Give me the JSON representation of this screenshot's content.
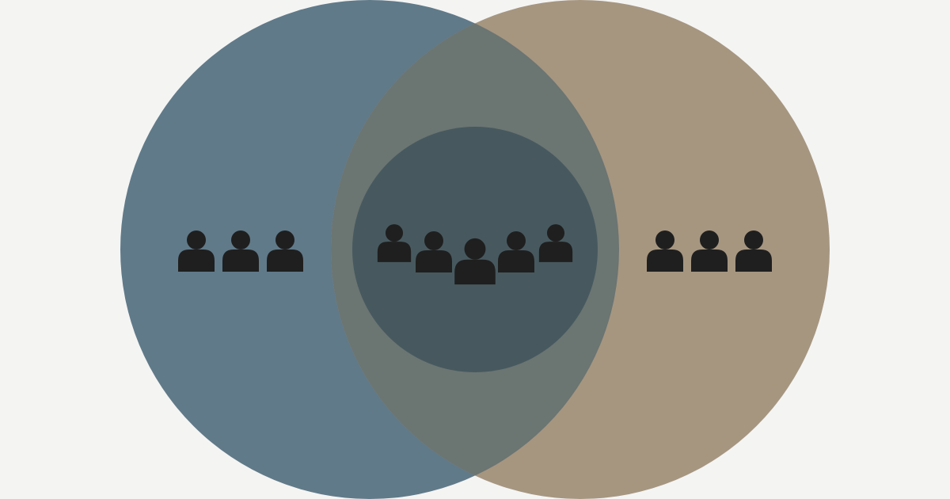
{
  "diagram": {
    "type": "venn",
    "sets": [
      {
        "id": "left",
        "fill": "#607a89",
        "icon": "person-icon",
        "people_count": 3
      },
      {
        "id": "right",
        "fill": "#a69680",
        "icon": "person-icon",
        "people_count": 3
      }
    ],
    "overlap": {
      "fill": "#6b7572",
      "inner_circle_fill": "#47595f",
      "icon": "person-icon",
      "people_count": 5
    },
    "background": "#f4f4f3",
    "icon_color": "#1f1f1f"
  }
}
